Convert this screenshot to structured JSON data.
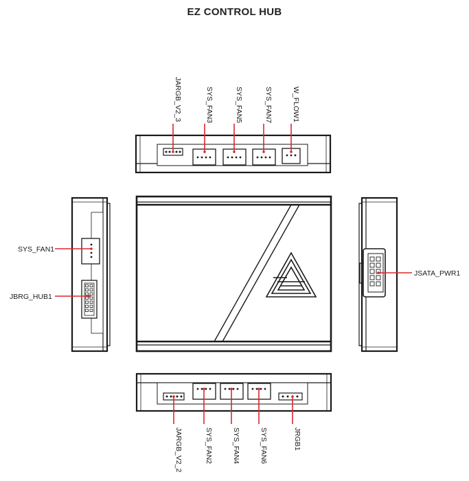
{
  "title": "EZ CONTROL HUB",
  "labels": {
    "top": {
      "jargb_v2_3": "JARGB_V2_3",
      "sys_fan3": "SYS_FAN3",
      "sys_fan5": "SYS_FAN5",
      "sys_fan7": "SYS_FAN7",
      "w_flow1": "W_FLOW1"
    },
    "bottom": {
      "jargb_v2_2": "JARGB_V2_2",
      "sys_fan2": "SYS_FAN2",
      "sys_fan4": "SYS_FAN4",
      "sys_fan6": "SYS_FAN6",
      "jrgb1": "JRGB1"
    },
    "left": {
      "sys_fan1": "SYS_FAN1",
      "jbrg_hub1": "JBRG_HUB1"
    },
    "right": {
      "jsata_pwr1": "JSATA_PWR1"
    }
  },
  "colors": {
    "leader_line": "#d8282f",
    "outline": "#1a1a1a"
  }
}
